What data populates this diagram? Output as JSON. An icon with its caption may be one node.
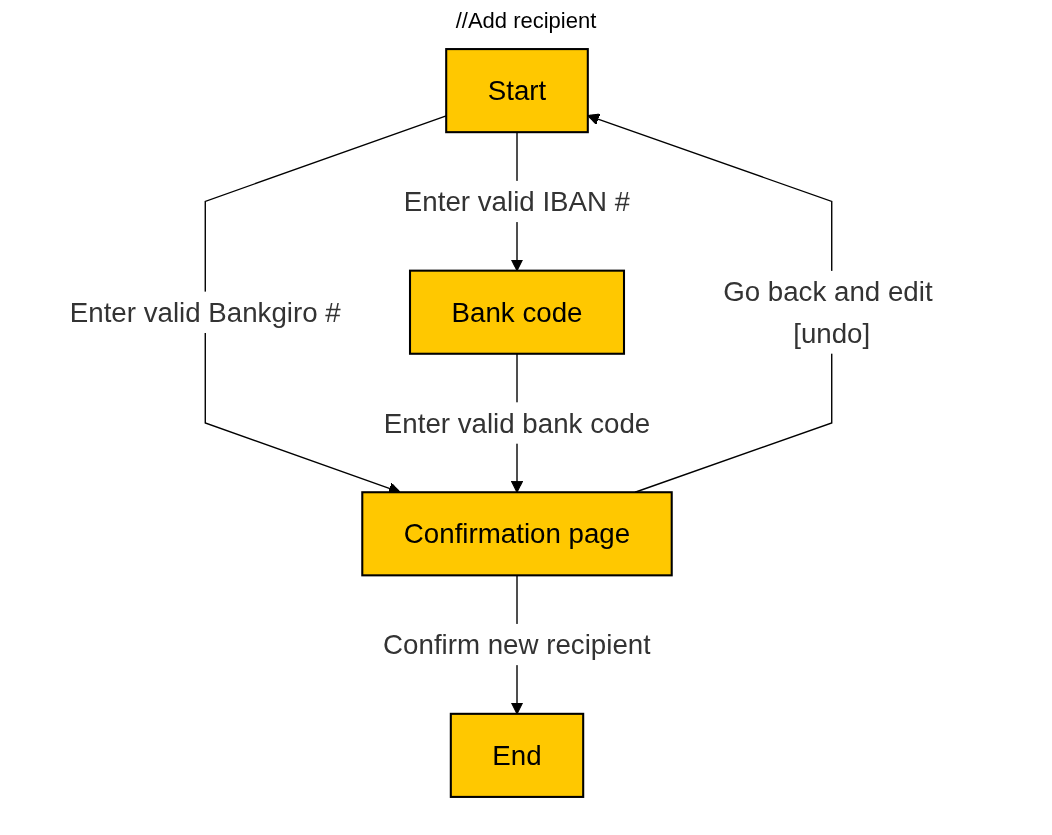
{
  "diagram": {
    "title": "//Add recipient",
    "nodes": [
      {
        "text": [
          "Start"
        ]
      },
      {
        "text": [
          "Bank code"
        ]
      },
      {
        "text": [
          "Confirmation page"
        ]
      },
      {
        "text": [
          "End"
        ]
      }
    ],
    "edges": [
      {
        "from": 0,
        "to": 1,
        "arrow": "to",
        "label": "Enter valid IBAN #"
      },
      {
        "from": 0,
        "to": 2,
        "arrow": "to",
        "label": "Enter valid Bankgiro #"
      },
      {
        "from": 1,
        "to": 2,
        "arrow": "to",
        "label": "Enter valid bank code"
      },
      {
        "from": 2,
        "to": 0,
        "arrow": "to",
        "label": "Go back and edit [undo]"
      },
      {
        "from": 2,
        "to": 3,
        "arrow": "to",
        "label": "Confirm new recipient"
      }
    ]
  }
}
